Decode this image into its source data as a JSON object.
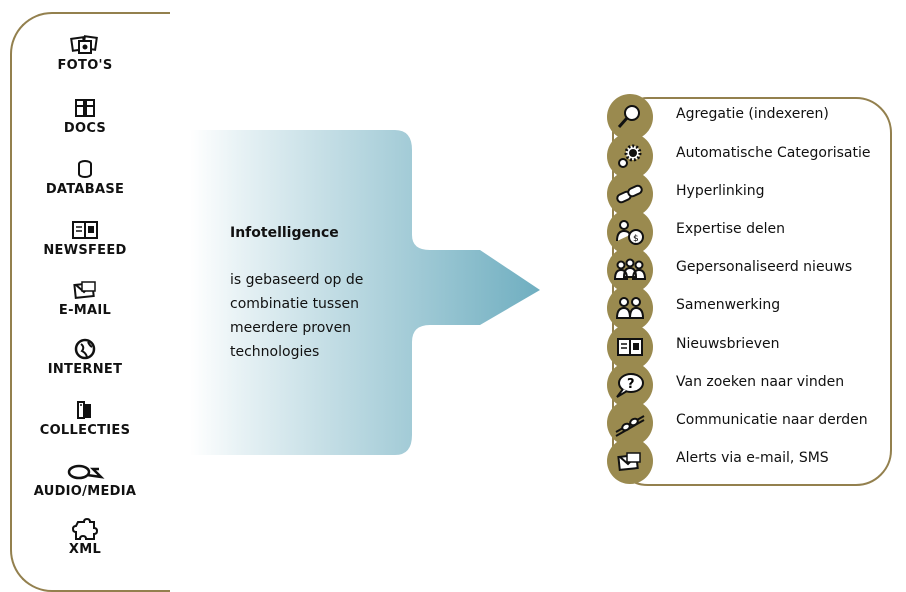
{
  "sources": [
    {
      "label": "FOTO'S",
      "icon": "photos-icon"
    },
    {
      "label": "DOCS",
      "icon": "docs-icon"
    },
    {
      "label": "DATABASE",
      "icon": "database-icon"
    },
    {
      "label": "NEWSFEED",
      "icon": "newspaper-icon"
    },
    {
      "label": "E-MAIL",
      "icon": "envelope-icon"
    },
    {
      "label": "INTERNET",
      "icon": "globe-icon"
    },
    {
      "label": "COLLECTIES",
      "icon": "books-icon"
    },
    {
      "label": "AUDIO/MEDIA",
      "icon": "disc-icon"
    },
    {
      "label": "XML",
      "icon": "puzzle-icon"
    }
  ],
  "center": {
    "title": "Infotelligence",
    "desc_lines": [
      "is gebaseerd op de",
      "combinatie tussen",
      "meerdere proven",
      "technologies"
    ]
  },
  "features": [
    {
      "label": "Agregatie (indexeren)",
      "icon": "magnifier-icon"
    },
    {
      "label": "Automatische Categorisatie",
      "icon": "gear-icon"
    },
    {
      "label": "Hyperlinking",
      "icon": "chain-link-icon"
    },
    {
      "label": "Expertise delen",
      "icon": "person-globe-icon"
    },
    {
      "label": "Gepersonaliseerd nieuws",
      "icon": "group-icon"
    },
    {
      "label": "Samenwerking",
      "icon": "two-people-icon"
    },
    {
      "label": "Nieuwsbrieven",
      "icon": "newspaper-icon"
    },
    {
      "label": "Van zoeken naar vinden",
      "icon": "question-bubble-icon"
    },
    {
      "label": "Communicatie naar derden",
      "icon": "connector-icon"
    },
    {
      "label": "Alerts via e-mail, SMS",
      "icon": "envelope-icon"
    }
  ],
  "colors": {
    "accent": "#93804e",
    "circle": "#9a8a4f",
    "arrow_start": "#ffffff",
    "arrow_end": "#79b3c4"
  }
}
